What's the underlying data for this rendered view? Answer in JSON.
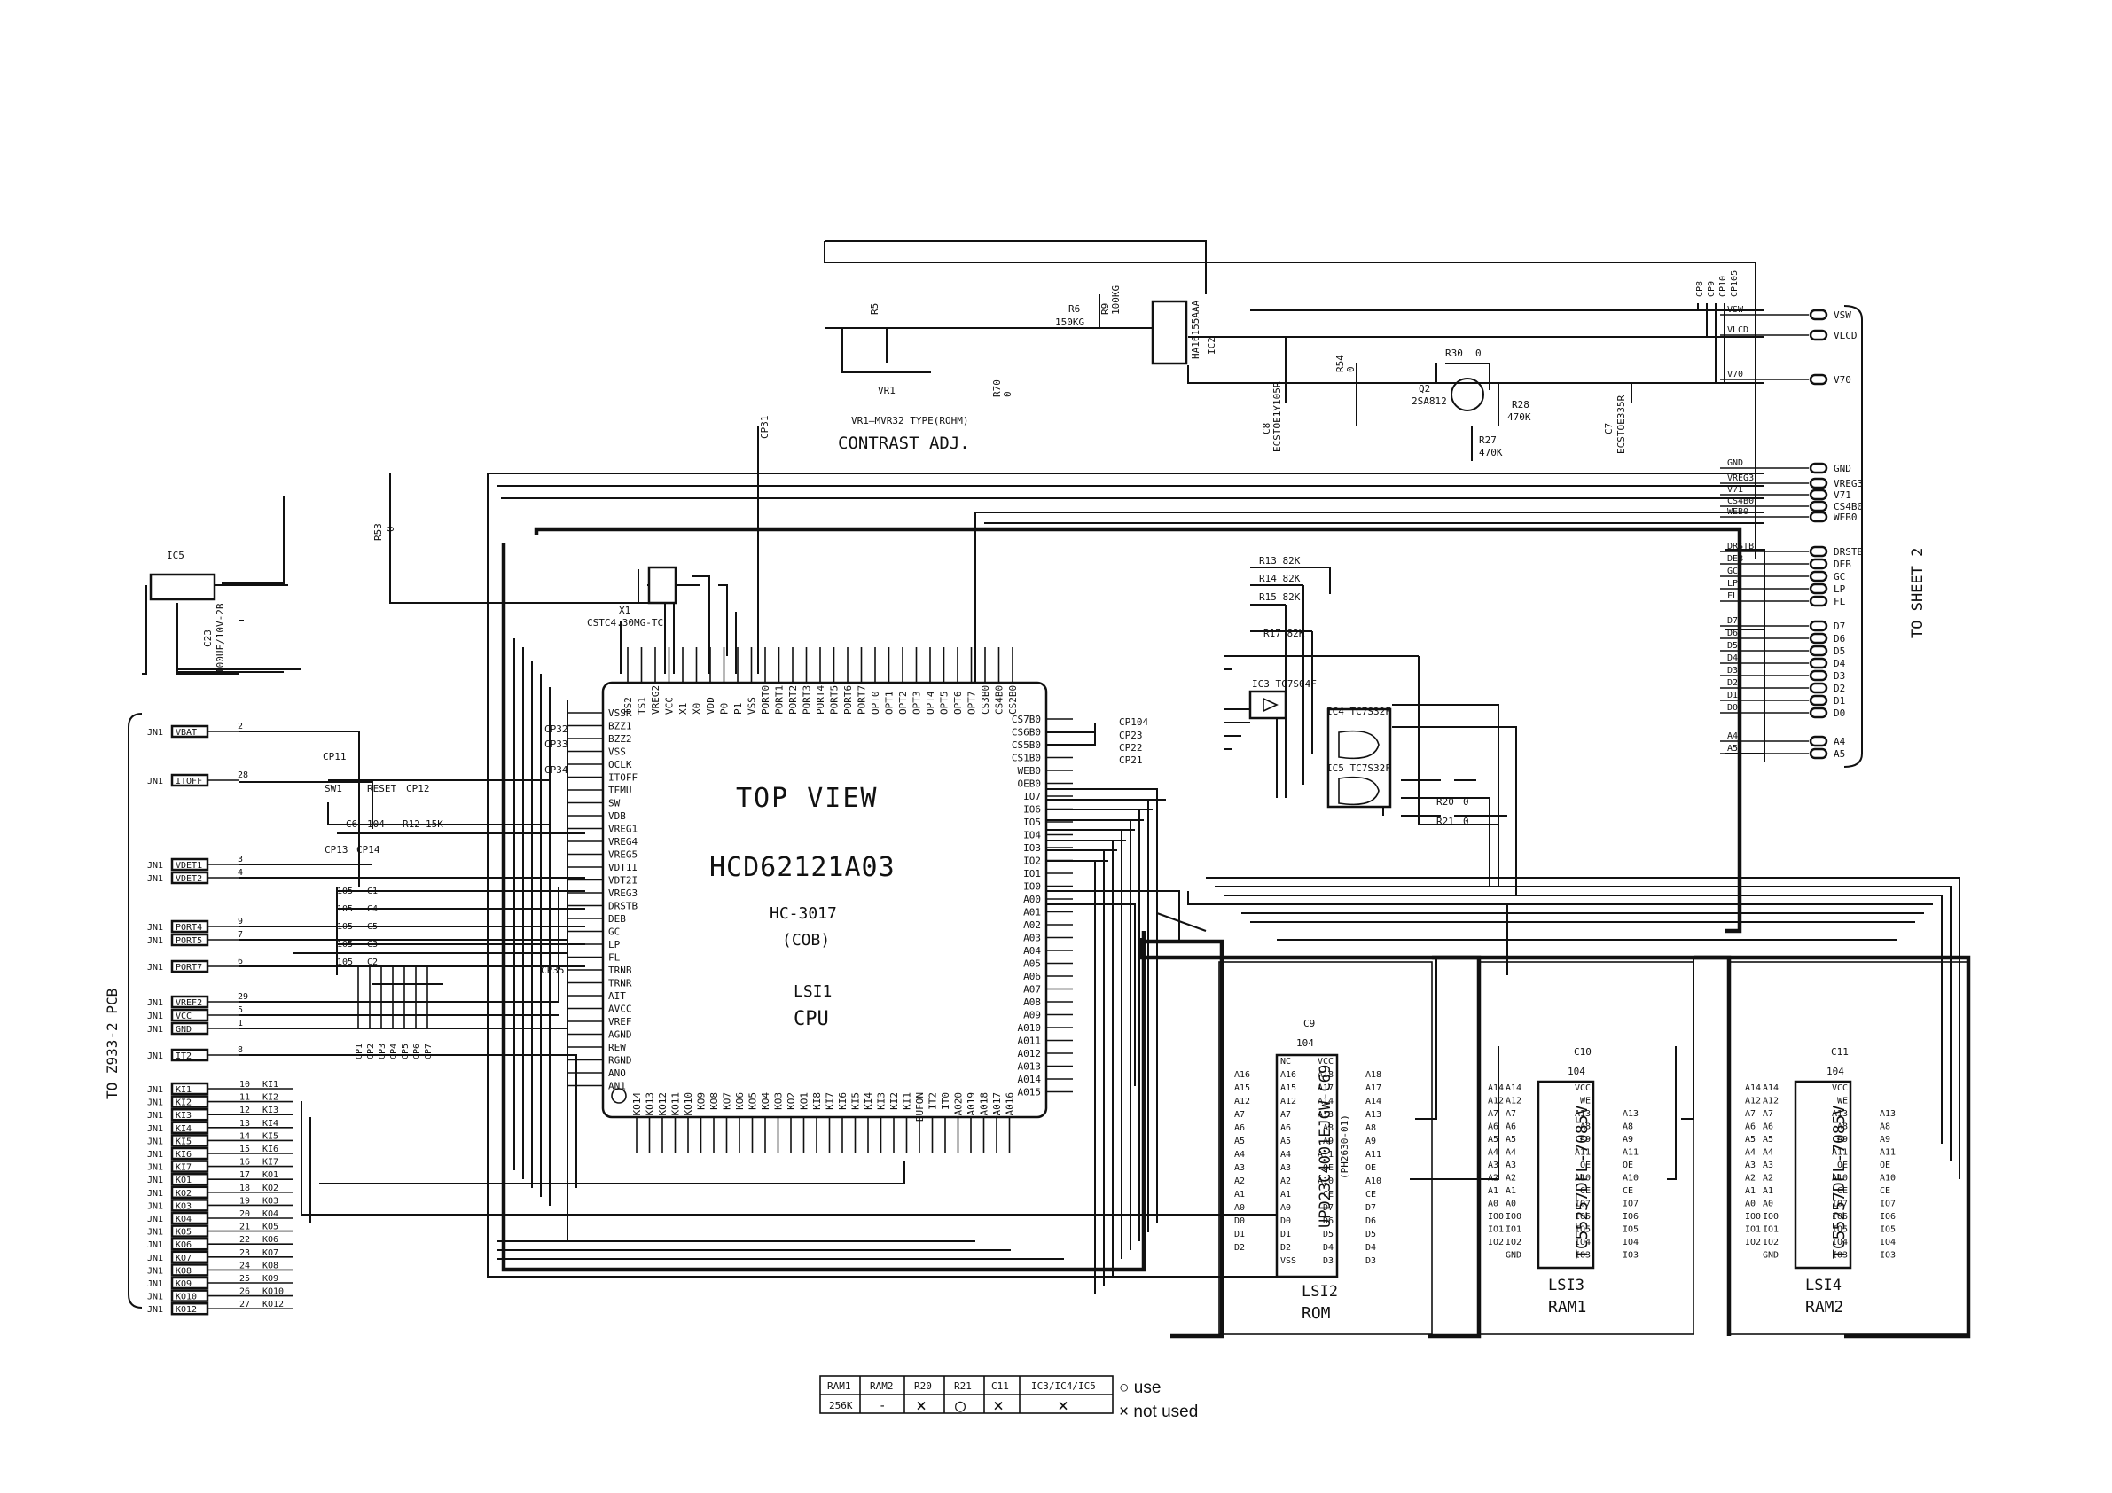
{
  "cpu": {
    "title": "TOP VIEW",
    "part": "HCD62121A03",
    "sub": "HC-3017",
    "cob": "(COB)",
    "lsi": "LSI1",
    "name": "CPU",
    "left_pins": [
      "VSSR",
      "BZZ1",
      "BZZ2",
      "VSS",
      "OCLK",
      "ITOFF",
      "TEMU",
      "SW",
      "VDB",
      "VREG1",
      "VREG4",
      "VREG5",
      "VDT1I",
      "VDT2I",
      "VREG3",
      "DRSTB",
      "DEB",
      "GC",
      "LP",
      "FL",
      "TRNB",
      "TRNR",
      "AIT",
      "AVCC",
      "VREF",
      "AGND",
      "REW",
      "RGND",
      "ANO",
      "AN1"
    ],
    "right_pins": [
      "CS7B0",
      "CS6B0",
      "CS5B0",
      "CS1B0",
      "WEB0",
      "OEB0",
      "IO7",
      "IO6",
      "IO5",
      "IO4",
      "IO3",
      "IO2",
      "IO1",
      "IO0",
      "A00",
      "A01",
      "A02",
      "A03",
      "A04",
      "A05",
      "A06",
      "A07",
      "A08",
      "A09",
      "A010",
      "A011",
      "A012",
      "A013",
      "A014",
      "A015"
    ],
    "top_pins": [
      "TS2",
      "TS1",
      "VREG2",
      "VCC",
      "X1",
      "X0",
      "VDD",
      "P0",
      "P1",
      "VSS",
      "PORT0",
      "PORT1",
      "PORT2",
      "PORT3",
      "PORT4",
      "PORT5",
      "PORT6",
      "PORT7",
      "OPT0",
      "OPT1",
      "OPT2",
      "OPT3",
      "OPT4",
      "OPT5",
      "OPT6",
      "OPT7",
      "CS3B0",
      "CS4B0",
      "CS2B0"
    ],
    "bottom_pins": [
      "KO14",
      "KO13",
      "KO12",
      "KO11",
      "KO10",
      "KO9",
      "KO8",
      "KO7",
      "KO6",
      "KO5",
      "KO4",
      "KO3",
      "KO2",
      "KO1",
      "KI8",
      "KI7",
      "KI6",
      "KI5",
      "KI4",
      "KI3",
      "KI2",
      "KI1",
      "BUFON",
      "IT2",
      "IT0",
      "A020",
      "A019",
      "A018",
      "A017",
      "A016"
    ]
  },
  "contrast": {
    "vr_label": "VR1—MVR32 TYPE(ROHM)",
    "vr_name": "VR1",
    "title": "CONTRAST ADJ.",
    "r5": "R5",
    "r6": "R6",
    "r6v": "150KG",
    "r9": "R9",
    "r9v": "100KG",
    "r70": "R70",
    "r70v": "0",
    "ic2": "IC2",
    "ic2p": "HA16155AAA",
    "c8": "C8",
    "c8p": "ECSTOE1Y105R",
    "r54": "R54",
    "r54v": "0",
    "r30": "R30",
    "r30v": "0",
    "q2": "Q2",
    "q2p": "2SA812",
    "r28": "R28",
    "r28v": "470K",
    "r27": "R27",
    "r27v": "470K",
    "c7": "C7",
    "c7p": "ECSTOE335R"
  },
  "sheet2": {
    "label": "TO SHEET 2",
    "nets": [
      "VSW",
      "VLCD",
      "V70",
      "GND",
      "VREG3",
      "V71",
      "CS4B0",
      "WEB0",
      "DRSTB",
      "DEB",
      "GC",
      "LP",
      "FL",
      "D7",
      "D6",
      "D5",
      "D4",
      "D3",
      "D2",
      "D1",
      "D0",
      "A4",
      "A5"
    ],
    "caps": [
      "CP8",
      "CP9",
      "CP10",
      "CP105"
    ]
  },
  "left_conn": {
    "label": "TO Z933-2 PCB",
    "rows": [
      {
        "jn": "JN1",
        "net": "VBAT",
        "pin": "2"
      },
      {
        "jn": "JN1",
        "net": "ITOFF",
        "pin": "28"
      },
      {
        "jn": "JN1",
        "net": "VDET1",
        "pin": "3"
      },
      {
        "jn": "JN1",
        "net": "VDET2",
        "pin": "4"
      },
      {
        "jn": "JN1",
        "net": "PORT4",
        "pin": "9"
      },
      {
        "jn": "JN1",
        "net": "PORT5",
        "pin": "7"
      },
      {
        "jn": "JN1",
        "net": "PORT7",
        "pin": "6"
      },
      {
        "jn": "JN1",
        "net": "VREF2",
        "pin": "29"
      },
      {
        "jn": "JN1",
        "net": "VCC",
        "pin": "5"
      },
      {
        "jn": "JN1",
        "net": "GND",
        "pin": "1"
      },
      {
        "jn": "JN1",
        "net": "IT2",
        "pin": "8"
      }
    ],
    "keys": [
      {
        "net": "KI1",
        "pin": "10",
        "out": "KI1"
      },
      {
        "net": "KI2",
        "pin": "11",
        "out": "KI2"
      },
      {
        "net": "KI3",
        "pin": "12",
        "out": "KI3"
      },
      {
        "net": "KI4",
        "pin": "13",
        "out": "KI4"
      },
      {
        "net": "KI5",
        "pin": "14",
        "out": "KI5"
      },
      {
        "net": "KI6",
        "pin": "15",
        "out": "KI6"
      },
      {
        "net": "KI7",
        "pin": "16",
        "out": "KI7"
      },
      {
        "net": "KO1",
        "pin": "17",
        "out": "KO1"
      },
      {
        "net": "KO2",
        "pin": "18",
        "out": "KO2"
      },
      {
        "net": "KO3",
        "pin": "19",
        "out": "KO3"
      },
      {
        "net": "KO4",
        "pin": "20",
        "out": "KO4"
      },
      {
        "net": "KO5",
        "pin": "21",
        "out": "KO5"
      },
      {
        "net": "KO6",
        "pin": "22",
        "out": "KO6"
      },
      {
        "net": "KO7",
        "pin": "23",
        "out": "KO7"
      },
      {
        "net": "KO8",
        "pin": "24",
        "out": "KO8"
      },
      {
        "net": "KO9",
        "pin": "25",
        "out": "KO9"
      },
      {
        "net": "KO10",
        "pin": "26",
        "out": "KO10"
      },
      {
        "net": "KO12",
        "pin": "27",
        "out": "KO12"
      }
    ]
  },
  "misc": {
    "ic5": "IC5",
    "c23": "C23",
    "c23v": "100UF/10V-2B",
    "r53": "R53",
    "r53v": "0",
    "x1": "X1",
    "x1p": "CSTC4.30MG-TC",
    "sw1": "SW1",
    "reset": "RESET",
    "cp11": "CP11",
    "cp12": "CP12",
    "c6": "C6",
    "c6v": "104",
    "r12": "R12",
    "r12v": "15K",
    "cp13": "CP13",
    "cp14": "CP14",
    "cp31": "CP31",
    "cps": [
      "CP1",
      "CP2",
      "CP3",
      "CP4",
      "CP5",
      "CP6",
      "CP7"
    ],
    "cap_vals": [
      "105",
      "105",
      "105",
      "105",
      "105"
    ],
    "cap_names": [
      "C1",
      "C4",
      "C5",
      "C3",
      "C2"
    ],
    "left_cps": [
      "CP32",
      "CP33",
      "CP34",
      "CP35"
    ],
    "cs_cps": [
      "CP104",
      "CP23",
      "CP22",
      "CP21"
    ],
    "r13": "R13 82K",
    "r14": "R14 82K",
    "r15": "R15 82K",
    "r17": "R17 82K",
    "ic3": "IC3 TC7S04F",
    "ic4": "IC4 TC7S32F",
    "ic5b": "IC5 TC7S32F",
    "r20": "R20",
    "r21": "R21",
    "zero": "0"
  },
  "rom": {
    "part": "UPD23C4001EJGW-C69",
    "sub": "(PH2630-01)",
    "lsi": "LSI2",
    "name": "ROM",
    "cap": "C9",
    "capv": "104",
    "left": [
      "NC",
      "A16",
      "A15",
      "A12",
      "A7",
      "A6",
      "A5",
      "A4",
      "A3",
      "A2",
      "A1",
      "A0",
      "D0",
      "D1",
      "D2",
      "VSS"
    ],
    "right": [
      "VCC",
      "A18",
      "A17",
      "A14",
      "A13",
      "A8",
      "A9",
      "A11",
      "OE",
      "A10",
      "CE",
      "D7",
      "D6",
      "D5",
      "D4",
      "D3"
    ]
  },
  "ram1": {
    "part": "TC55257DFL-7085V",
    "lsi": "LSI3",
    "name": "RAM1",
    "cap": "C10",
    "capv": "104",
    "left": [
      "A14",
      "A12",
      "A7",
      "A6",
      "A5",
      "A4",
      "A3",
      "A2",
      "A1",
      "A0",
      "IO0",
      "IO1",
      "IO2",
      "GND"
    ],
    "right": [
      "VCC",
      "WE",
      "A13",
      "A8",
      "A9",
      "A11",
      "OE",
      "A10",
      "CE",
      "IO7",
      "IO6",
      "IO5",
      "IO4",
      "IO3"
    ]
  },
  "ram2": {
    "part": "TC55257DFL-7085V",
    "lsi": "LSI4",
    "name": "RAM2",
    "cap": "C11",
    "capv": "104",
    "left": [
      "A14",
      "A12",
      "A7",
      "A6",
      "A5",
      "A4",
      "A3",
      "A2",
      "A1",
      "A0",
      "IO0",
      "IO1",
      "IO2",
      "GND"
    ],
    "right": [
      "VCC",
      "WE",
      "A13",
      "A8",
      "A9",
      "A11",
      "OE",
      "A10",
      "CE",
      "IO7",
      "IO6",
      "IO5",
      "IO4",
      "IO3"
    ]
  },
  "table": {
    "headers": [
      "RAM1",
      "RAM2",
      "R20",
      "R21",
      "C11",
      "IC3/IC4/IC5"
    ],
    "row": [
      "256K",
      "-",
      "×",
      "○",
      "×",
      "×"
    ],
    "legend_use": "○ use",
    "legend_not": "× not used"
  }
}
